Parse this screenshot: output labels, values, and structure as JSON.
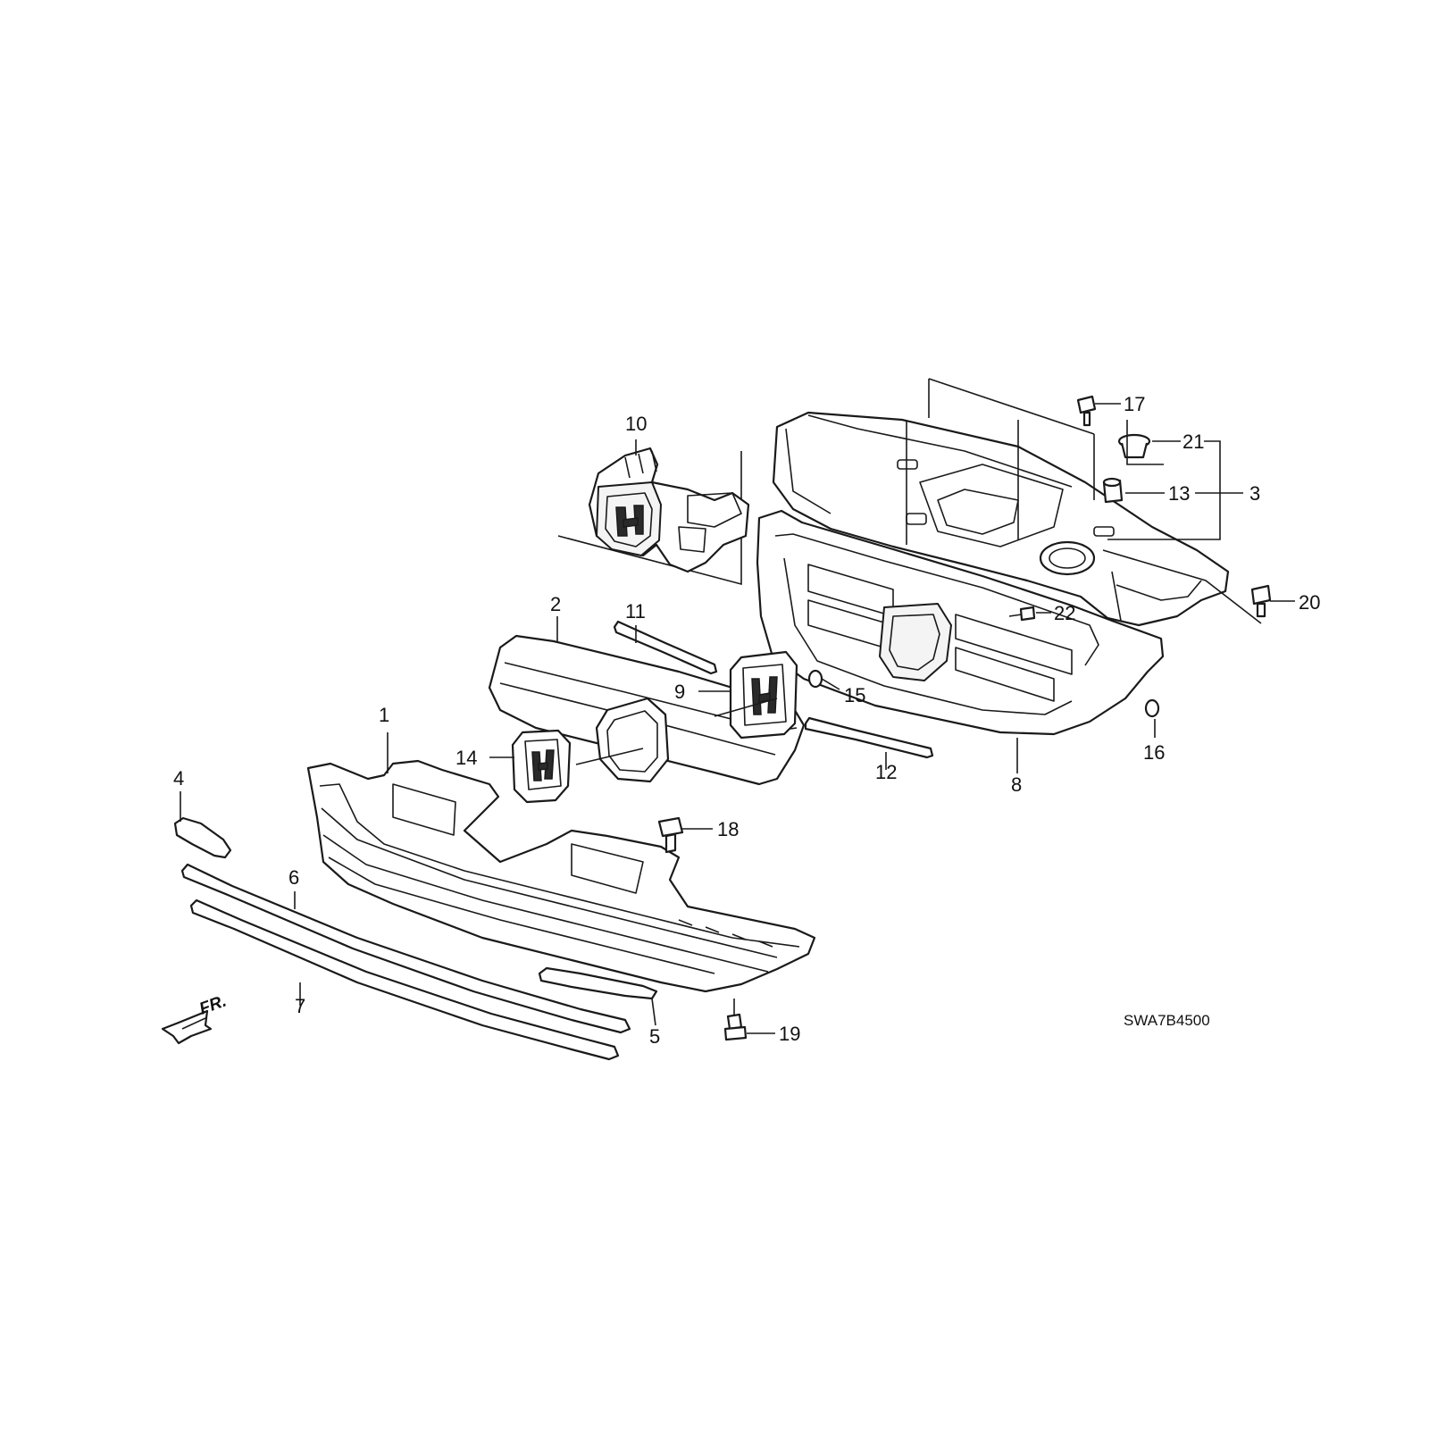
{
  "diagram_code": "SWA7B4500",
  "front_marker": "FR.",
  "callouts": {
    "c1": "1",
    "c2": "2",
    "c3": "3",
    "c4": "4",
    "c5": "5",
    "c6": "6",
    "c7": "7",
    "c8": "8",
    "c9": "9",
    "c10": "10",
    "c11": "11",
    "c12": "12",
    "c13": "13",
    "c14": "14",
    "c15": "15",
    "c16": "16",
    "c17": "17",
    "c18": "18",
    "c19": "19",
    "c20": "20",
    "c21": "21",
    "c22": "22"
  }
}
